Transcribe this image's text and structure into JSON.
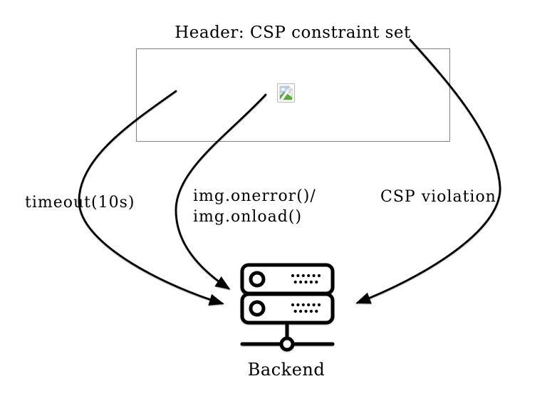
{
  "header": {
    "label": "Header: CSP constraint set"
  },
  "box": {
    "icon": "broken-image-icon"
  },
  "arrows": [
    {
      "name": "timeout-arrow",
      "label": "timeout(10s)"
    },
    {
      "name": "img-events-arrow",
      "label_line1": "img.onerror()/",
      "label_line2": "img.onload()"
    },
    {
      "name": "csp-violation-arrow",
      "label": "CSP violation"
    }
  ],
  "backend": {
    "label": "Backend",
    "icon": "server-icon"
  },
  "colors": {
    "arrow": "#000000",
    "text": "#000000",
    "box_border": "#808080",
    "background": "#ffffff",
    "icon_sky": "#b7d0ea",
    "icon_hill": "#5aa73e"
  }
}
